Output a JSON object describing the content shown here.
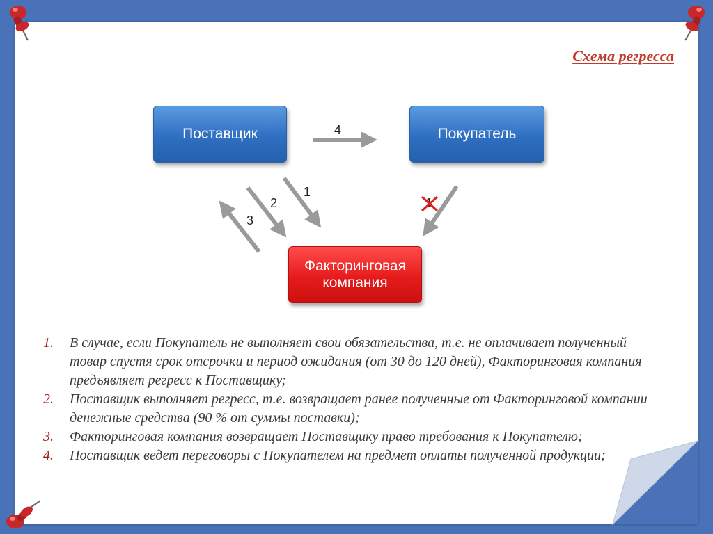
{
  "title": "Схема регресса",
  "nodes": {
    "supplier": "Поставщик",
    "buyer": "Покупатель",
    "factor_line1": "Факторинговая",
    "factor_line2": "компания"
  },
  "arrows": {
    "a4": "4",
    "a1": "1",
    "a2": "2",
    "a3": "3",
    "a1_crossed": "1"
  },
  "colors": {
    "background": "#4a72b8",
    "node_blue": "#2f6fc1",
    "node_red": "#e61b1b",
    "arrow": "#9a9a9a",
    "title": "#c0392b",
    "list_marker": "#9b1c1c",
    "cross": "#e02020"
  },
  "list": [
    {
      "marker": "1.",
      "text": "В случае, если Покупатель не выполняет свои обязательства, т.е. не оплачивает полученный товар спустя срок отсрочки и период ожидания (от 30 до 120 дней), Факторинговая компания предъявляет регресс к Поставщику;"
    },
    {
      "marker": "2.",
      "text": "Поставщик выполняет регресс, т.е. возвращает ранее полученные от Факторинговой компании денежные средства (90 % от суммы поставки);"
    },
    {
      "marker": "3.",
      "text": "Факторинговая компания возвращает Поставщику право требования к Покупателю;"
    },
    {
      "marker": "4.",
      "text": "Поставщик ведет переговоры с Покупателем на предмет оплаты полученной продукции;"
    }
  ],
  "icons": [
    "pushpin-icon",
    "pushpin-icon",
    "pushpin-icon",
    "cross-icon"
  ]
}
